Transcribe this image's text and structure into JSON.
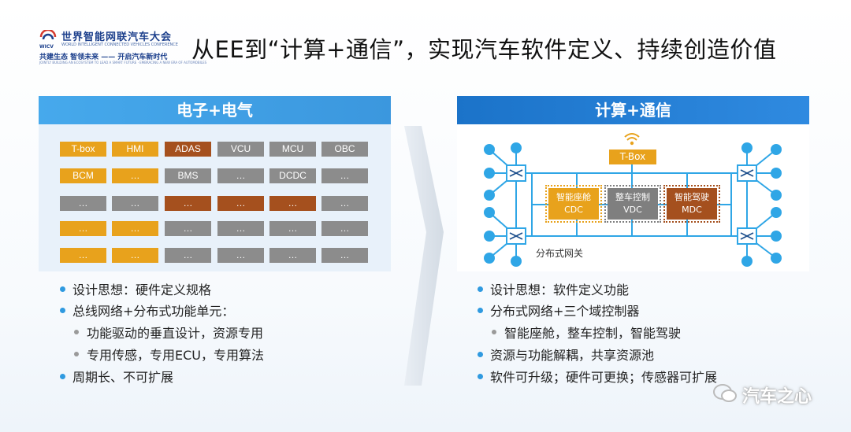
{
  "header": {
    "logo_title": "世界智能网联汽车大会",
    "logo_en": "WORLD INTELLIGENT CONNECTED VEHICLES CONFERENCE",
    "logo_abbr": "WICV",
    "logo_slogan": "共建生态 智领未来 —— 开启汽车新时代",
    "logo_slogan_en": "JOINTLY BUILDING AN ECOSYSTEM TO LEAD A SMART FUTURE · EMBRACING A NEW ERA OF AUTOMOBILES",
    "title": "从EE到“计算+通信”，实现汽车软件定义、持续创造价值"
  },
  "left_panel": {
    "title": "电子+电气",
    "grid": [
      [
        {
          "t": "T-box",
          "c": "or"
        },
        {
          "t": "HMI",
          "c": "or"
        },
        {
          "t": "ADAS",
          "c": "br"
        },
        {
          "t": "VCU",
          "c": "gr"
        },
        {
          "t": "MCU",
          "c": "gr"
        },
        {
          "t": "OBC",
          "c": "gr"
        }
      ],
      [
        {
          "t": "BCM",
          "c": "or"
        },
        {
          "t": "…",
          "c": "or"
        },
        {
          "t": "BMS",
          "c": "gr"
        },
        {
          "t": "…",
          "c": "gr"
        },
        {
          "t": "DCDC",
          "c": "gr"
        },
        {
          "t": "…",
          "c": "gr"
        }
      ],
      [
        {
          "t": "…",
          "c": "gr"
        },
        {
          "t": "…",
          "c": "gr"
        },
        {
          "t": "…",
          "c": "br"
        },
        {
          "t": "…",
          "c": "br"
        },
        {
          "t": "…",
          "c": "br"
        },
        {
          "t": "…",
          "c": "gr"
        }
      ],
      [
        {
          "t": "…",
          "c": "or"
        },
        {
          "t": "…",
          "c": "or"
        },
        {
          "t": "…",
          "c": "gr"
        },
        {
          "t": "…",
          "c": "gr"
        },
        {
          "t": "…",
          "c": "gr"
        },
        {
          "t": "…",
          "c": "gr"
        }
      ],
      [
        {
          "t": "…",
          "c": "or"
        },
        {
          "t": "…",
          "c": "or"
        },
        {
          "t": "…",
          "c": "gr"
        },
        {
          "t": "…",
          "c": "gr"
        },
        {
          "t": "…",
          "c": "gr"
        },
        {
          "t": "…",
          "c": "gr"
        }
      ]
    ],
    "bullets": [
      {
        "text": "设计思想：硬件定义规格",
        "level": 1
      },
      {
        "text": "总线网络+分布式功能单元：",
        "level": 1
      },
      {
        "text": "功能驱动的垂直设计，资源专用",
        "level": 2
      },
      {
        "text": "专用传感，专用ECU，专用算法",
        "level": 2
      },
      {
        "text": "周期长、不可扩展",
        "level": 1
      }
    ]
  },
  "right_panel": {
    "title": "计算+通信",
    "tbox": "T-Box",
    "ecus": [
      {
        "name": "智能座舱",
        "code": "CDC",
        "color": "#e8a21c"
      },
      {
        "name": "整车控制",
        "code": "VDC",
        "color": "#7f7f7f"
      },
      {
        "name": "智能驾驶",
        "code": "MDC",
        "color": "#a5501e"
      }
    ],
    "gateway_label": "分布式网关",
    "bullets": [
      {
        "text": "设计思想：软件定义功能",
        "level": 1
      },
      {
        "text": "分布式网络+三个域控制器",
        "level": 1
      },
      {
        "text": "智能座舱，整车控制，智能驾驶",
        "level": 2
      },
      {
        "text": "资源与功能解耦，共享资源池",
        "level": 1
      },
      {
        "text": "软件可升级；硬件可更换；传感器可扩展",
        "level": 1
      }
    ]
  },
  "watermark": "汽车之心",
  "colors": {
    "orange": "#e8a21c",
    "brown": "#a5501e",
    "gray": "#8c8c8c",
    "blue": "#2f9ae0",
    "node": "#2fa6e6"
  }
}
